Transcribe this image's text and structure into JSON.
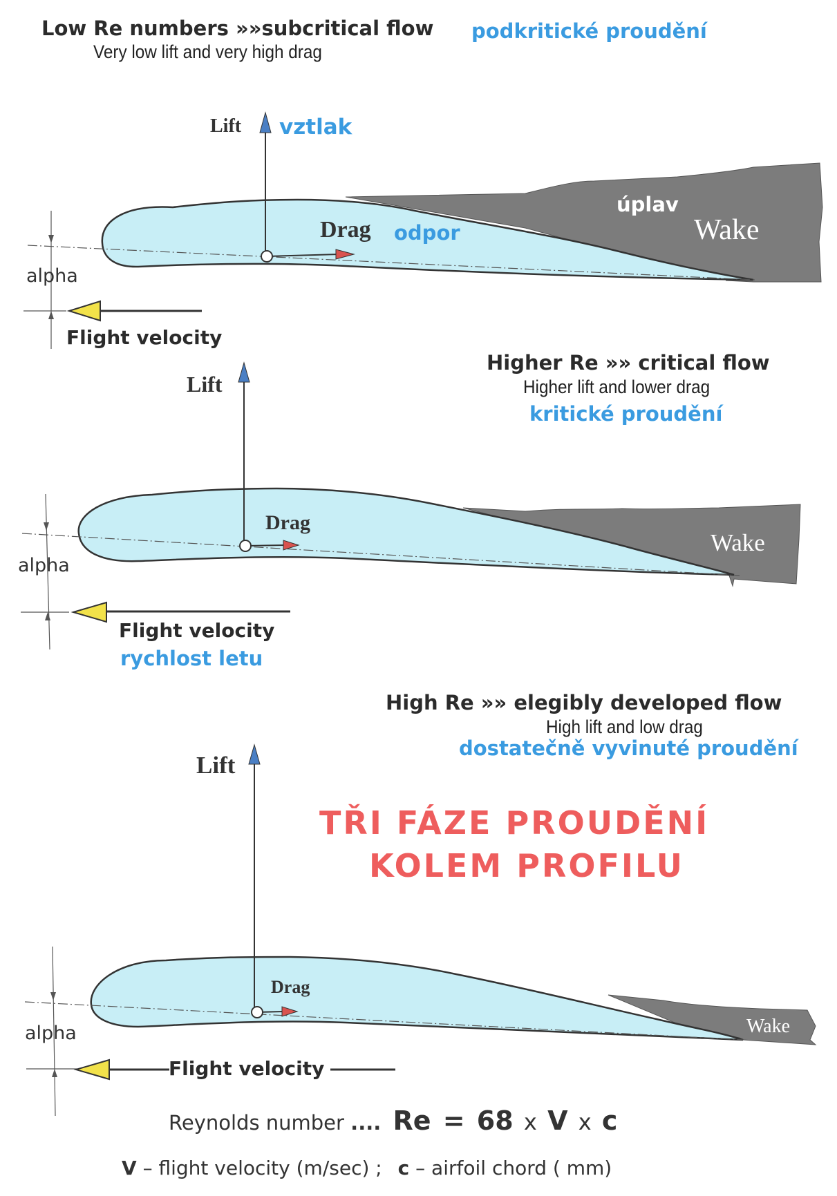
{
  "colors": {
    "airfoil_fill": "#c8eef6",
    "wake_fill": "#7c7c7c",
    "czech_blue": "#3a9be0",
    "title_red": "#ee5d5d",
    "lift_arrow": "#4a7fc4",
    "drag_arrow": "#d9534f",
    "velocity_arrow": "#f2e24a"
  },
  "section1": {
    "heading": "Low Re numbers »»subcritical flow",
    "heading_cz": "podkritické proudění",
    "subheading": "Very low lift  and  very high drag",
    "lift": "Lift",
    "lift_cz": "vztlak",
    "drag": "Drag",
    "drag_cz": "odpor",
    "wake_cz": "úplav",
    "wake": "Wake",
    "alpha": "alpha",
    "flight_velocity": "Flight velocity"
  },
  "section2": {
    "heading": "Higher Re »» critical flow",
    "subheading": "Higher lift and lower drag",
    "heading_cz": "kritické proudění",
    "lift": "Lift",
    "drag": "Drag",
    "wake": "Wake",
    "alpha": "alpha",
    "flight_velocity": "Flight velocity",
    "flight_velocity_cz": "rychlost letu"
  },
  "section3": {
    "heading": "High Re »» elegibly developed flow",
    "subheading": "High lift and low drag",
    "heading_cz": "dostatečně vyvinuté proudění",
    "lift": "Lift",
    "drag": "Drag",
    "wake": "Wake",
    "alpha": "alpha",
    "flight_velocity": "Flight velocity"
  },
  "title": {
    "line1": "TŘI  FÁZE  PROUDĚNÍ",
    "line2": "KOLEM  PROFILU"
  },
  "formula": {
    "prefix": "Reynolds number",
    "dots": "....",
    "re": "Re",
    "equals": "=",
    "coef": "68",
    "x1": "x",
    "v": "V",
    "x2": "x",
    "c": "c"
  },
  "legend": {
    "v_symbol": "V",
    "v_desc": "– flight velocity  (m/sec)  ;",
    "c_symbol": "c",
    "c_desc": "– airfoil chord ( mm)"
  }
}
